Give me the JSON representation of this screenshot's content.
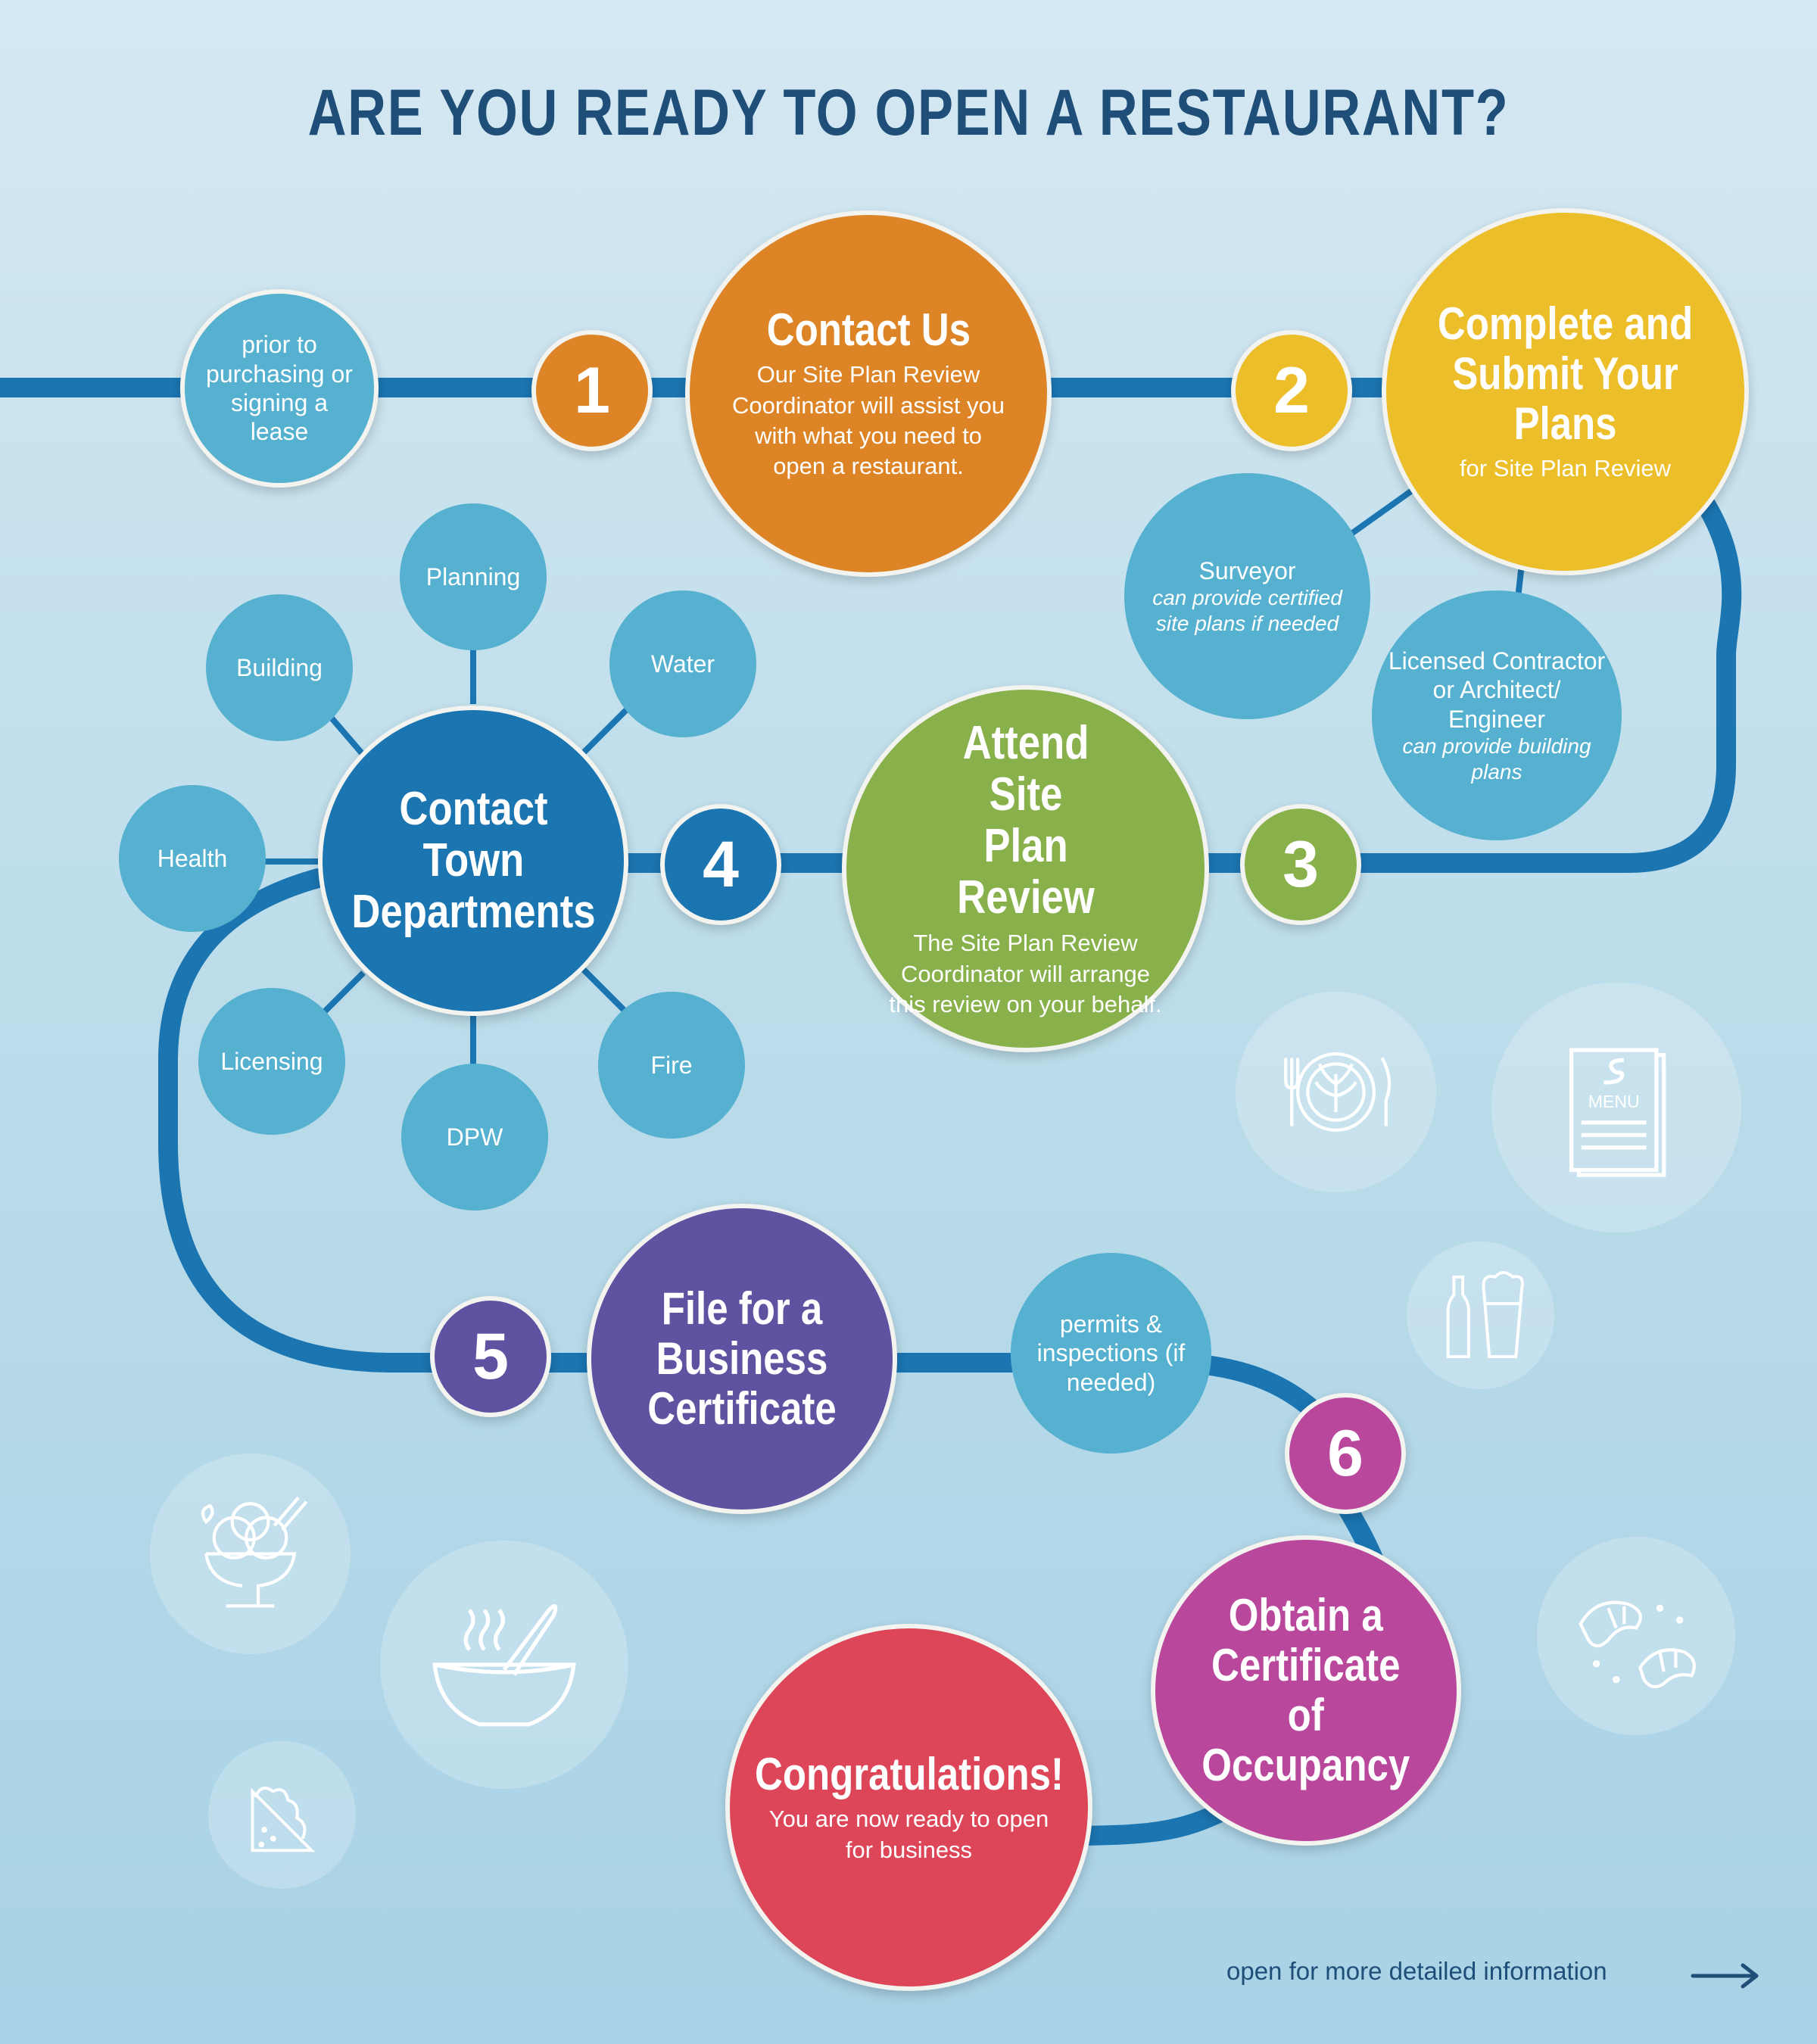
{
  "title": "ARE YOU READY TO OPEN A RESTAURANT?",
  "steps": [
    {
      "number": "1",
      "heading": "Contact Us",
      "body": "Our Site Plan Review Coordinator will assist you with what you need to open a restaurant."
    },
    {
      "number": "2",
      "heading": "Complete and Submit Your Plans",
      "body": "for Site Plan Review"
    },
    {
      "number": "3",
      "heading": "Attend Site Plan Review",
      "body": "The Site Plan Review Coordinator will arrange this review on your behalf."
    },
    {
      "number": "4",
      "heading": "Contact Town Departments",
      "body": ""
    },
    {
      "number": "5",
      "heading": "File for a Business Certificate",
      "body": ""
    },
    {
      "number": "6",
      "heading": "Obtain a Certificate of Occupancy",
      "body": ""
    }
  ],
  "satellites": {
    "prior": "prior to purchasing or signing a lease",
    "surveyor_title": "Surveyor",
    "surveyor_note": "can provide certified site plans if needed",
    "contractor_title": "Licensed Contractor or Architect/ Engineer",
    "contractor_note": "can provide building plans",
    "permits": "permits & inspections (if needed)"
  },
  "departments": [
    "Planning",
    "Water",
    "Fire",
    "DPW",
    "Licensing",
    "Health",
    "Building"
  ],
  "final": {
    "heading": "Congratulations!",
    "body": "You are now ready to open for business"
  },
  "footer": "open for more detailed information",
  "icons": [
    "plate-icon",
    "menu-icon",
    "beer-icon",
    "ice-cream-icon",
    "soup-bowl-icon",
    "sandwich-icon",
    "croissant-icon"
  ],
  "menu_label": "MENU",
  "colors": {
    "orange": "#dd8526",
    "yellow": "#ecbe2a",
    "green": "#88b04b",
    "blue": "#1b75b1",
    "purple": "#5f53a1",
    "magenta": "#b9479b",
    "red": "#dd4658",
    "light": "#55b1cf",
    "line": "#1b75b1",
    "title": "#1f4e79"
  }
}
